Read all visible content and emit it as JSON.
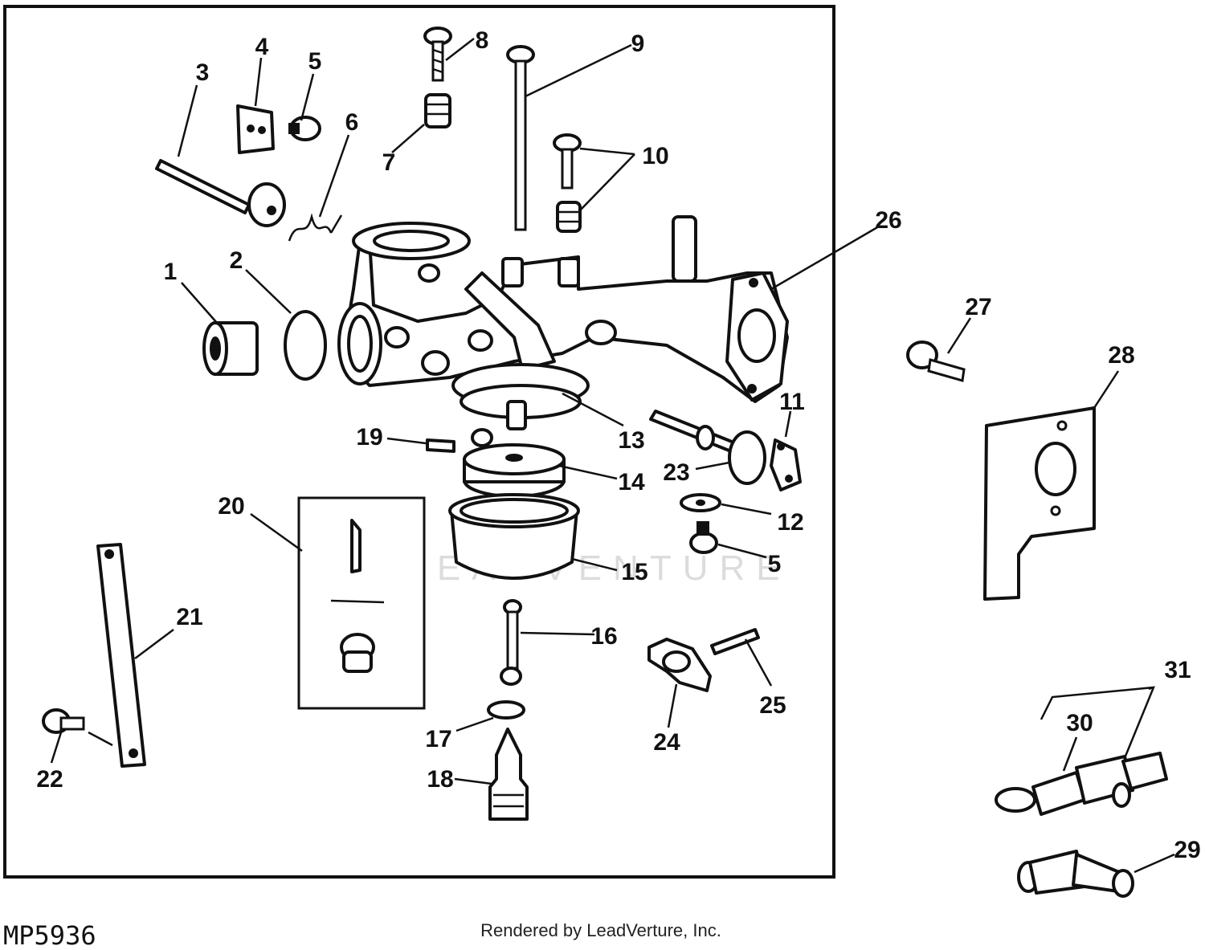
{
  "figure_id": "MP5936",
  "credit": "Rendered by LeadVerture, Inc.",
  "watermark": "LEADVENTURE",
  "callouts": {
    "c1": "1",
    "c2": "2",
    "c3": "3",
    "c4": "4",
    "c5a": "5",
    "c5b": "5",
    "c6": "6",
    "c7": "7",
    "c8": "8",
    "c9": "9",
    "c10": "10",
    "c11": "11",
    "c12": "12",
    "c13": "13",
    "c14": "14",
    "c15": "15",
    "c16": "16",
    "c17": "17",
    "c18": "18",
    "c19": "19",
    "c20": "20",
    "c21": "21",
    "c22": "22",
    "c23": "23",
    "c24": "24",
    "c25": "25",
    "c26": "26",
    "c27": "27",
    "c28": "28",
    "c29": "29",
    "c30": "30",
    "c31": "31"
  }
}
